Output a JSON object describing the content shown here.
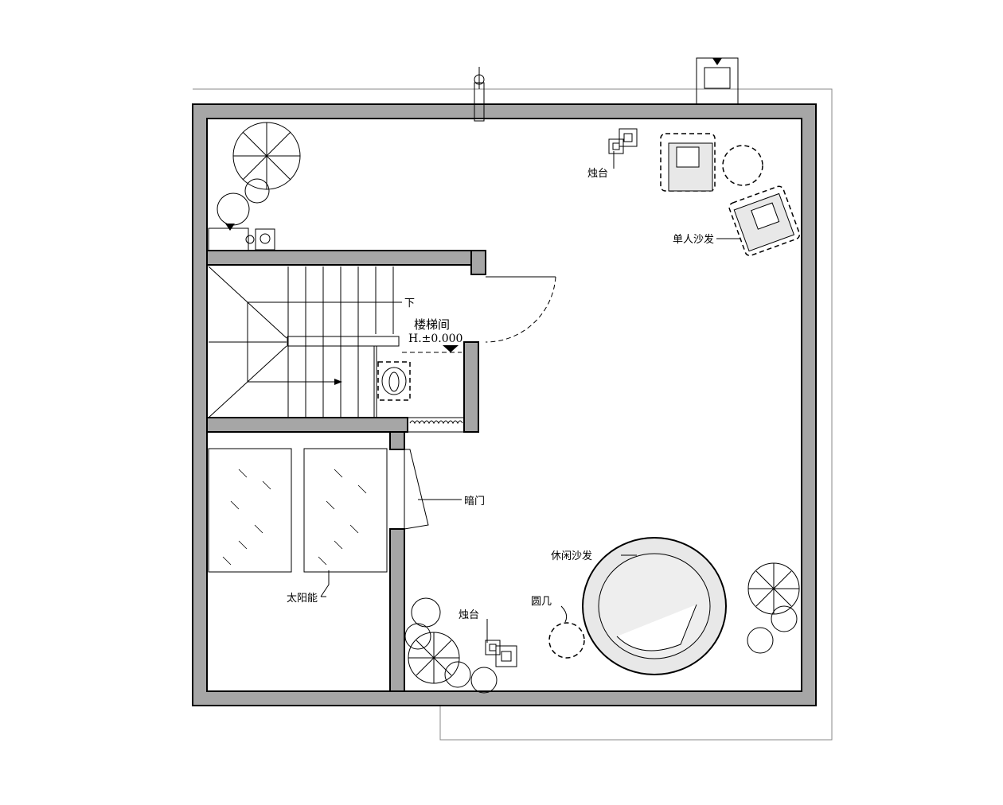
{
  "labels": {
    "candle_top": "烛台",
    "single_sofa": "单人沙发",
    "down": "下",
    "stairwell": "楼梯间",
    "elevation": "H.±0.000",
    "hidden_door": "暗门",
    "leisure_sofa": "休闲沙发",
    "round_table": "圆几",
    "candle_bottom": "烛台",
    "solar": "太阳能"
  }
}
